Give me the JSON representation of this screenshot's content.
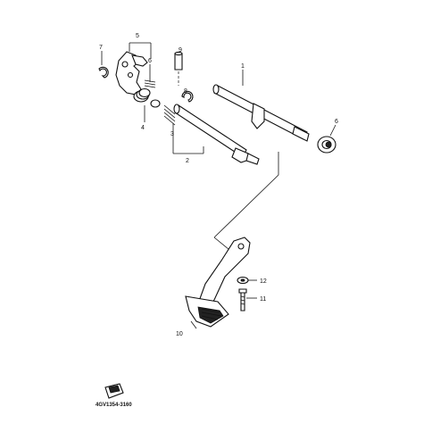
{
  "parts": {
    "p1": "1",
    "p2": "2",
    "p3": "3",
    "p4": "4",
    "p5": "5",
    "p6": "6",
    "p7": "7",
    "p8": "8",
    "p9": "9",
    "p10": "10",
    "p11": "11",
    "p12": "12"
  },
  "diagram_code": "4GV1354-3160",
  "colors": {
    "ink": "#111111",
    "paper": "#ffffff"
  },
  "icons": {
    "corner": "book-corner-icon"
  }
}
